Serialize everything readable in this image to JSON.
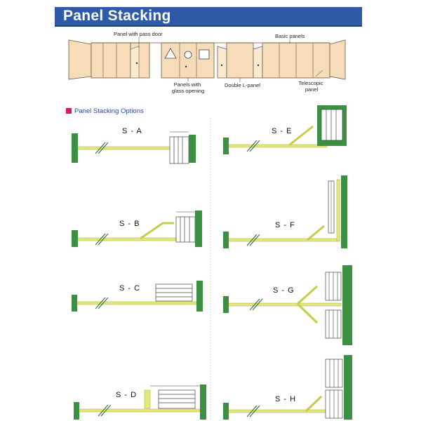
{
  "header": {
    "title": "Panel Stacking"
  },
  "elevation": {
    "labels": {
      "pass_door": "Panel with pass door",
      "basic": "Basic panels",
      "glass": "Panels with glass opening",
      "double_l": "Double L-panel",
      "telescopic": "Telescopic panel"
    }
  },
  "options_heading": "Panel Stacking Options",
  "options": [
    "S - A",
    "S - B",
    "S - C",
    "S - D",
    "S - E",
    "S - F",
    "S - G",
    "S - H"
  ],
  "colors": {
    "title_bar": "#2f5aa8",
    "panel": "#f6dcb8",
    "track": "#e4e77a",
    "wall": "#3d8f42",
    "heading_marker": "#d9186b"
  }
}
